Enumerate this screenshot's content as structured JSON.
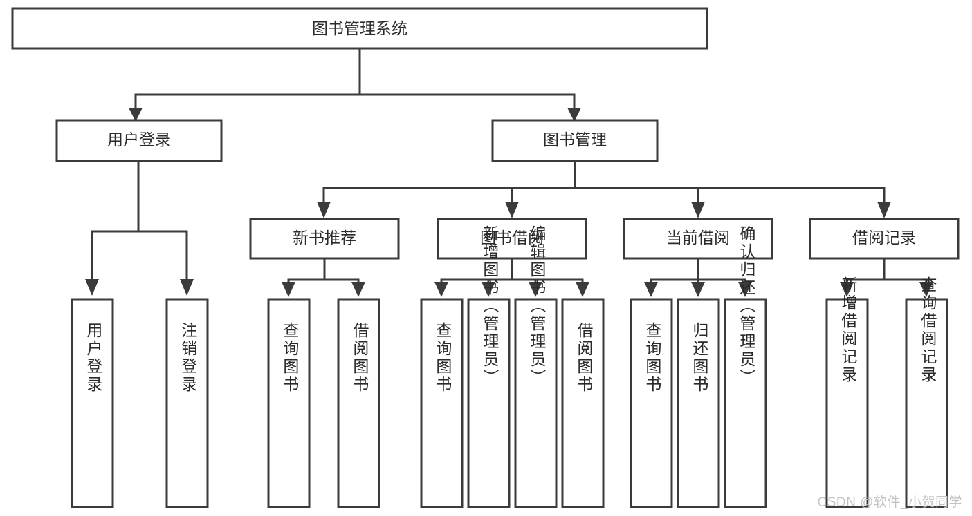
{
  "diagram": {
    "type": "hierarchy-tree",
    "title": "图书管理系统",
    "watermark": "CSDN @软件_小贺同学",
    "colors": {
      "background": "#ffffff",
      "stroke": "#3b3b3b",
      "box_fill": "#ffffff",
      "text": "#2a2a2a",
      "watermark": "#c2c2c2"
    },
    "levels": [
      {
        "level": 1,
        "nodes": [
          {
            "id": "root",
            "label": "图书管理系统",
            "orientation": "horizontal"
          }
        ]
      },
      {
        "level": 2,
        "nodes": [
          {
            "id": "login",
            "label": "用户登录",
            "orientation": "horizontal",
            "parent": "root"
          },
          {
            "id": "bookmgmt",
            "label": "图书管理",
            "orientation": "horizontal",
            "parent": "root"
          }
        ]
      },
      {
        "level": 3,
        "nodes": [
          {
            "id": "newbook",
            "label": "新书推荐",
            "orientation": "horizontal",
            "parent": "bookmgmt"
          },
          {
            "id": "borrow",
            "label": "图书借阅",
            "orientation": "horizontal",
            "parent": "bookmgmt"
          },
          {
            "id": "current",
            "label": "当前借阅",
            "orientation": "horizontal",
            "parent": "bookmgmt"
          },
          {
            "id": "records",
            "label": "借阅记录",
            "orientation": "horizontal",
            "parent": "bookmgmt"
          }
        ]
      },
      {
        "level": 4,
        "nodes": [
          {
            "id": "leaf-1",
            "label": "用户登录",
            "orientation": "vertical",
            "parent": "login"
          },
          {
            "id": "leaf-2",
            "label": "注销登录",
            "orientation": "vertical",
            "parent": "login"
          },
          {
            "id": "leaf-3",
            "label": "查询图书",
            "orientation": "vertical",
            "parent": "newbook"
          },
          {
            "id": "leaf-4",
            "label": "借阅图书",
            "orientation": "vertical",
            "parent": "newbook"
          },
          {
            "id": "leaf-5",
            "label": "查询图书",
            "orientation": "vertical",
            "parent": "borrow"
          },
          {
            "id": "leaf-6",
            "label": "新增图书（管理员）",
            "orientation": "vertical",
            "parent": "borrow"
          },
          {
            "id": "leaf-7",
            "label": "编辑图书（管理员）",
            "orientation": "vertical",
            "parent": "borrow"
          },
          {
            "id": "leaf-8",
            "label": "借阅图书",
            "orientation": "vertical",
            "parent": "borrow"
          },
          {
            "id": "leaf-9",
            "label": "查询图书",
            "orientation": "vertical",
            "parent": "current"
          },
          {
            "id": "leaf-10",
            "label": "归还图书",
            "orientation": "vertical",
            "parent": "current"
          },
          {
            "id": "leaf-11",
            "label": "确认归还（管理员）",
            "orientation": "vertical",
            "parent": "current"
          },
          {
            "id": "leaf-12",
            "label": "新增借阅记录",
            "orientation": "vertical",
            "parent": "records"
          },
          {
            "id": "leaf-13",
            "label": "查询借阅记录",
            "orientation": "vertical",
            "parent": "records"
          }
        ]
      }
    ]
  }
}
